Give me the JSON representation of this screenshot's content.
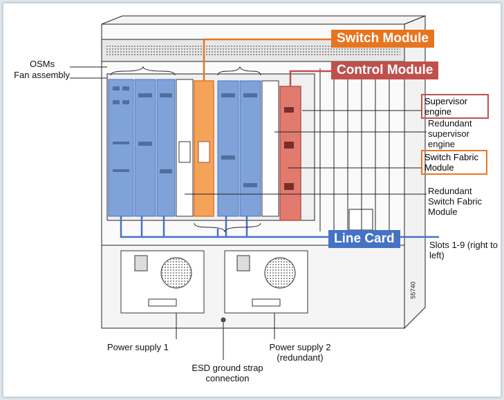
{
  "labels": {
    "osms": "OSMs",
    "fan_assembly": "Fan assembly",
    "supervisor_engine": "Supervisor engine",
    "redundant_supervisor_engine": "Redundant supervisor engine",
    "switch_fabric_module": "Switch Fabric Module",
    "redundant_switch_fabric_module": "Redundant Switch Fabric Module",
    "slots": "Slots 1-9 (right to left)",
    "power_supply_1": "Power supply 1",
    "power_supply_2": "Power supply 2 (redundant)",
    "esd_ground": "ESD ground strap connection",
    "figure_number": "55740"
  },
  "callouts": {
    "switch_module": "Switch Module",
    "control_module": "Control Module",
    "line_card": "Line Card"
  },
  "colors": {
    "switch_module": "#e8741e",
    "control_module": "#c0504d",
    "line_card": "#4472c4",
    "line_card_fill": "#7fa3d9",
    "switch_fill": "#f6a35a",
    "control_fill": "#e07b6e"
  }
}
